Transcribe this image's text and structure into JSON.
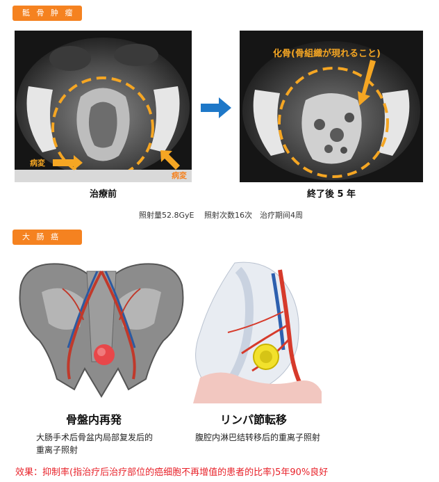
{
  "section1": {
    "tag": "骶 骨 肿 瘤",
    "left": {
      "caption": "治療前",
      "label_a": "病変",
      "label_b": "病変"
    },
    "right": {
      "caption": "終了後 5 年",
      "annotation": "化骨(骨組織が現れること)"
    },
    "treatment_info": "照射量52.8GyE　 照射次数16次　治疗期间4周"
  },
  "section2": {
    "tag": "大 肠 癌",
    "left": {
      "title": "骨盤内再発",
      "description": "大肠手术后骨盆内局部复发后的\n重离子照射"
    },
    "right": {
      "title": "リンパ節転移",
      "description": "腹腔内淋巴结转移后的重离子照射"
    }
  },
  "result": "效果：抑制率(指治疗后治疗部位的癌细胞不再增值的患者的比率)5年90%良好",
  "colors": {
    "accent": "#f58220",
    "arrow": "#1e78c8",
    "result": "#e8222a"
  }
}
